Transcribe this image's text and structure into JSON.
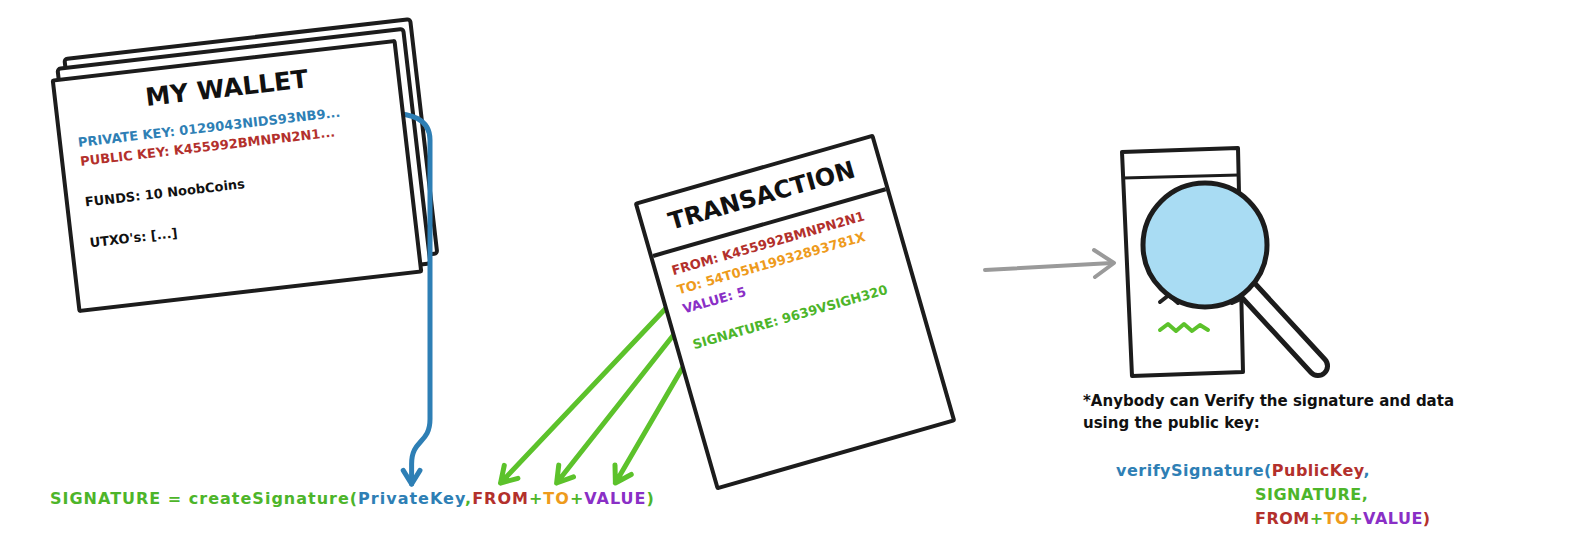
{
  "diagram": {
    "nodes": [
      {
        "text": [
          "MY WALLET",
          "PRIVATE KEY: 0129043NIDS93NB9...",
          "PUBLIC KEY: K455992BMNPN2N1...",
          "FUNDS: 10 NoobCoins",
          "UTXO's: [...]"
        ]
      },
      {
        "text": [
          "TRANSACTION",
          "FROM: K455992BMNPN2N1",
          "TO: 54T05H19932893781X",
          "VALUE: 5",
          "SIGNATURE: 9639VSIGH320"
        ]
      }
    ],
    "labels": [
      "SIGNATURE = createSignature(",
      "PrivateKey",
      ",",
      "FROM",
      "+",
      "TO",
      "+",
      "VALUE",
      ")",
      "*Anybody can Verify the signature and data using the public key:",
      "verifySignature(",
      "PublicKey",
      ",",
      "SIGNATURE,",
      "FROM",
      "+",
      "TO",
      "+",
      "VALUE",
      ")"
    ]
  }
}
